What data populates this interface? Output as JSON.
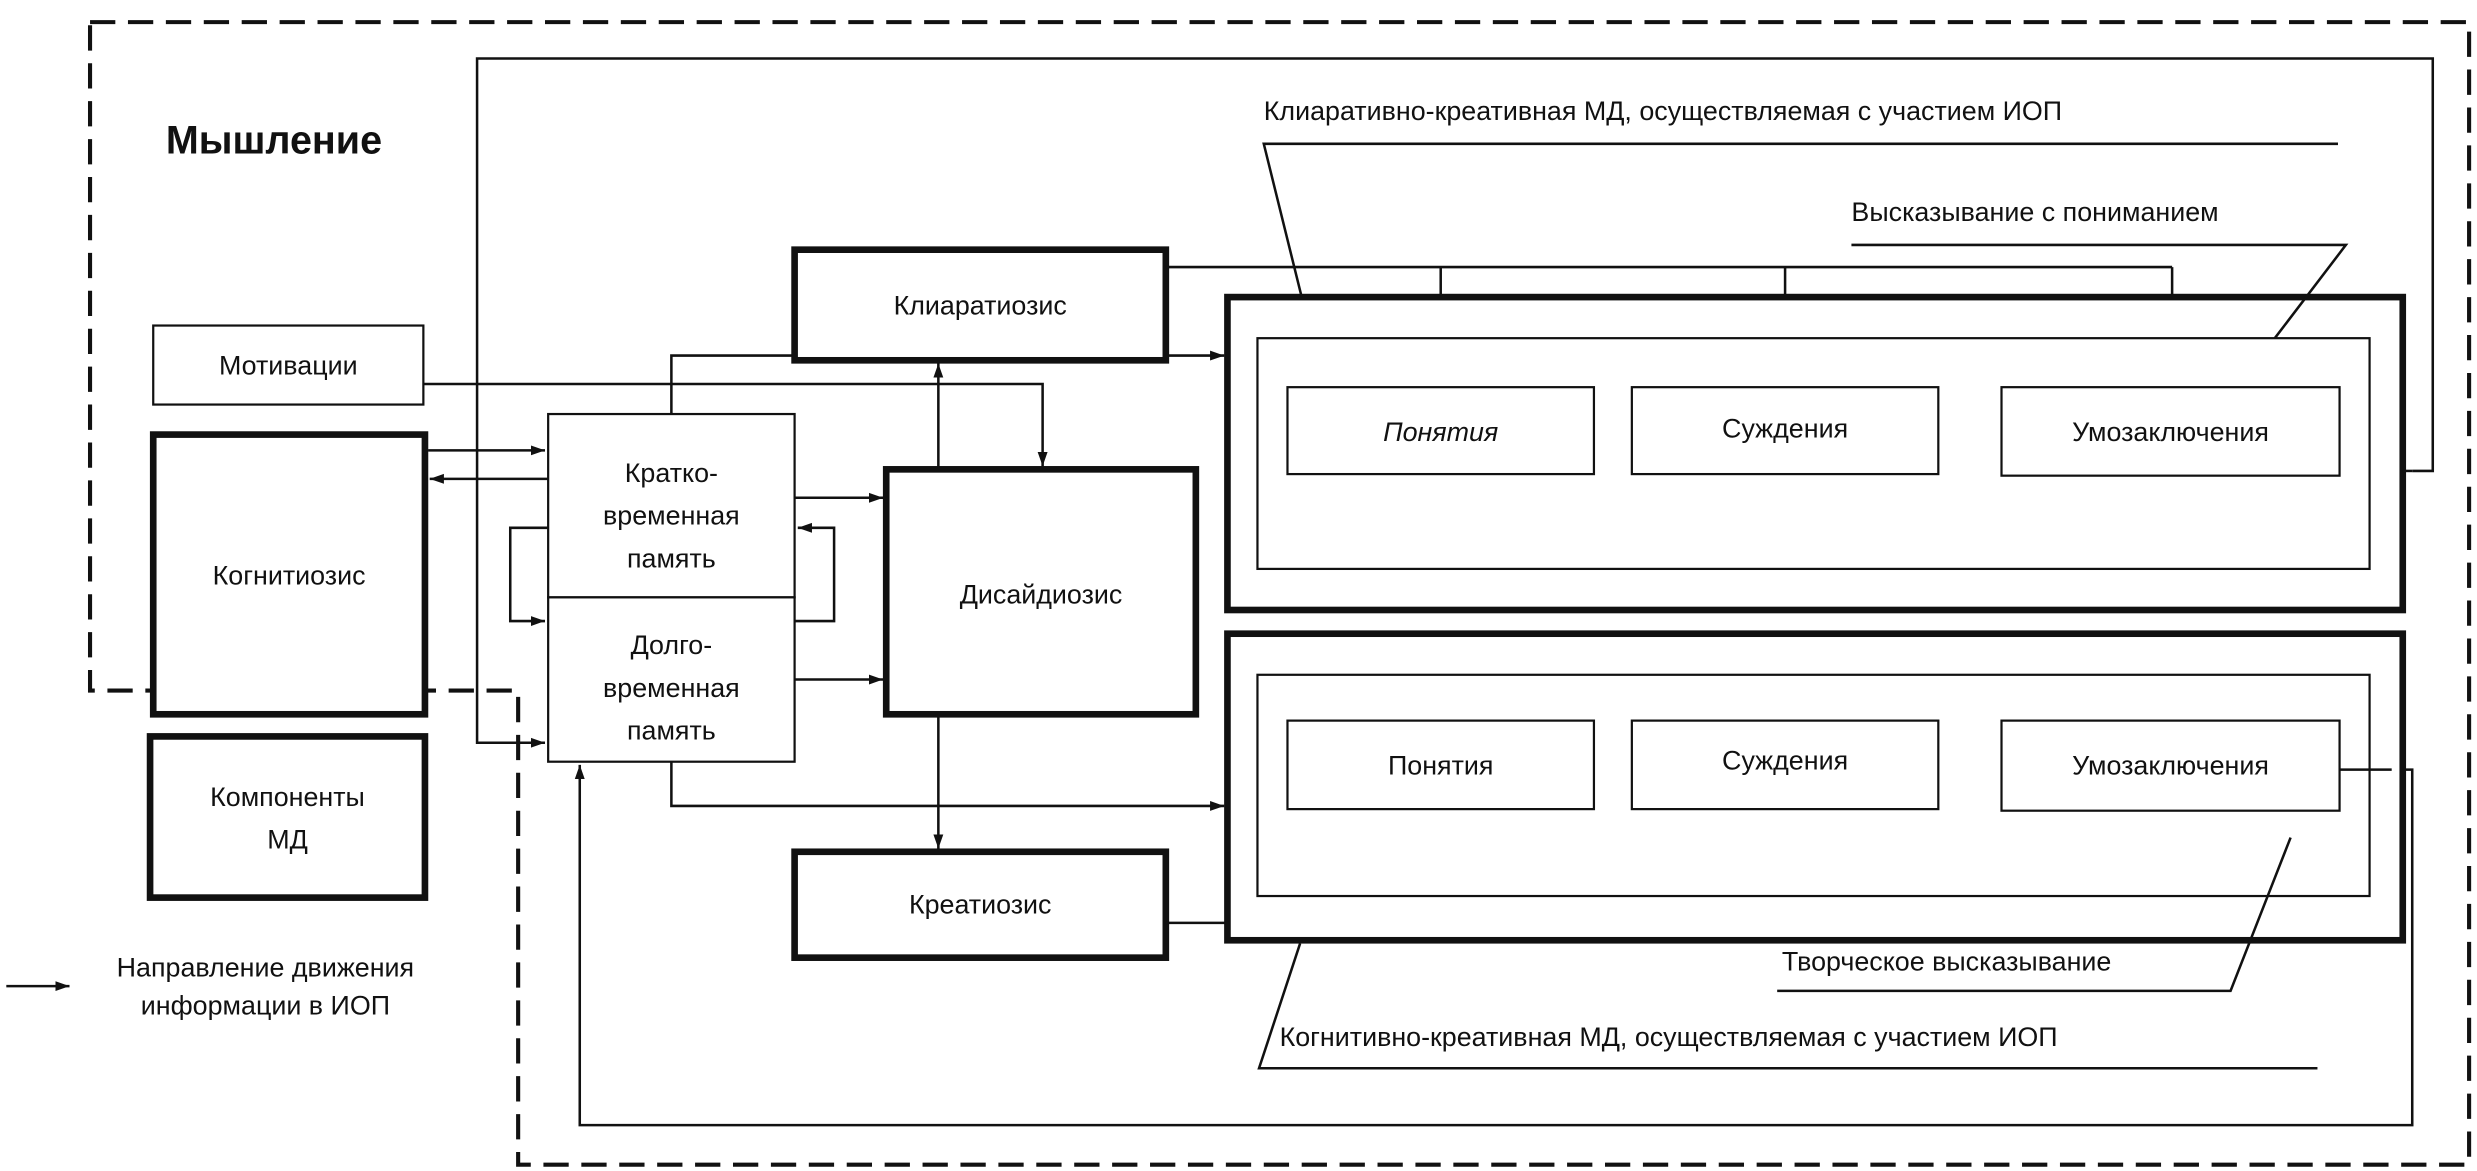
{
  "title": "Мышление",
  "blocks": {
    "motivations": "Мотивации",
    "cognitiosis": "Когнитиозис",
    "short_term_memory": [
      "Кратко-",
      "временная",
      "память"
    ],
    "long_term_memory": [
      "Долго-",
      "временная",
      "память"
    ],
    "cliaratiosis": "Клиаратиозис",
    "decisiosis": "Дисайдиозис",
    "creatiosis": "Креатиозис"
  },
  "upper_group": {
    "caption": "Клиаративно-креативная МД, осуществляемая с участием ИОП",
    "inner_caption": "Высказывание с пониманием",
    "items": [
      "Понятия",
      "Суждения",
      "Умозаключения"
    ]
  },
  "lower_group": {
    "caption": "Когнитивно-креативная МД, осуществляемая с участием ИОП",
    "inner_caption": "Творческое высказывание",
    "items": [
      "Понятия",
      "Суждения",
      "Умозаключения"
    ]
  },
  "legend": {
    "components_box": [
      "Компоненты",
      "МД"
    ],
    "arrow_text": [
      "Направление движения",
      "информации в ИОП"
    ]
  },
  "colors": {
    "ink": "#111111",
    "background": "#ffffff"
  }
}
